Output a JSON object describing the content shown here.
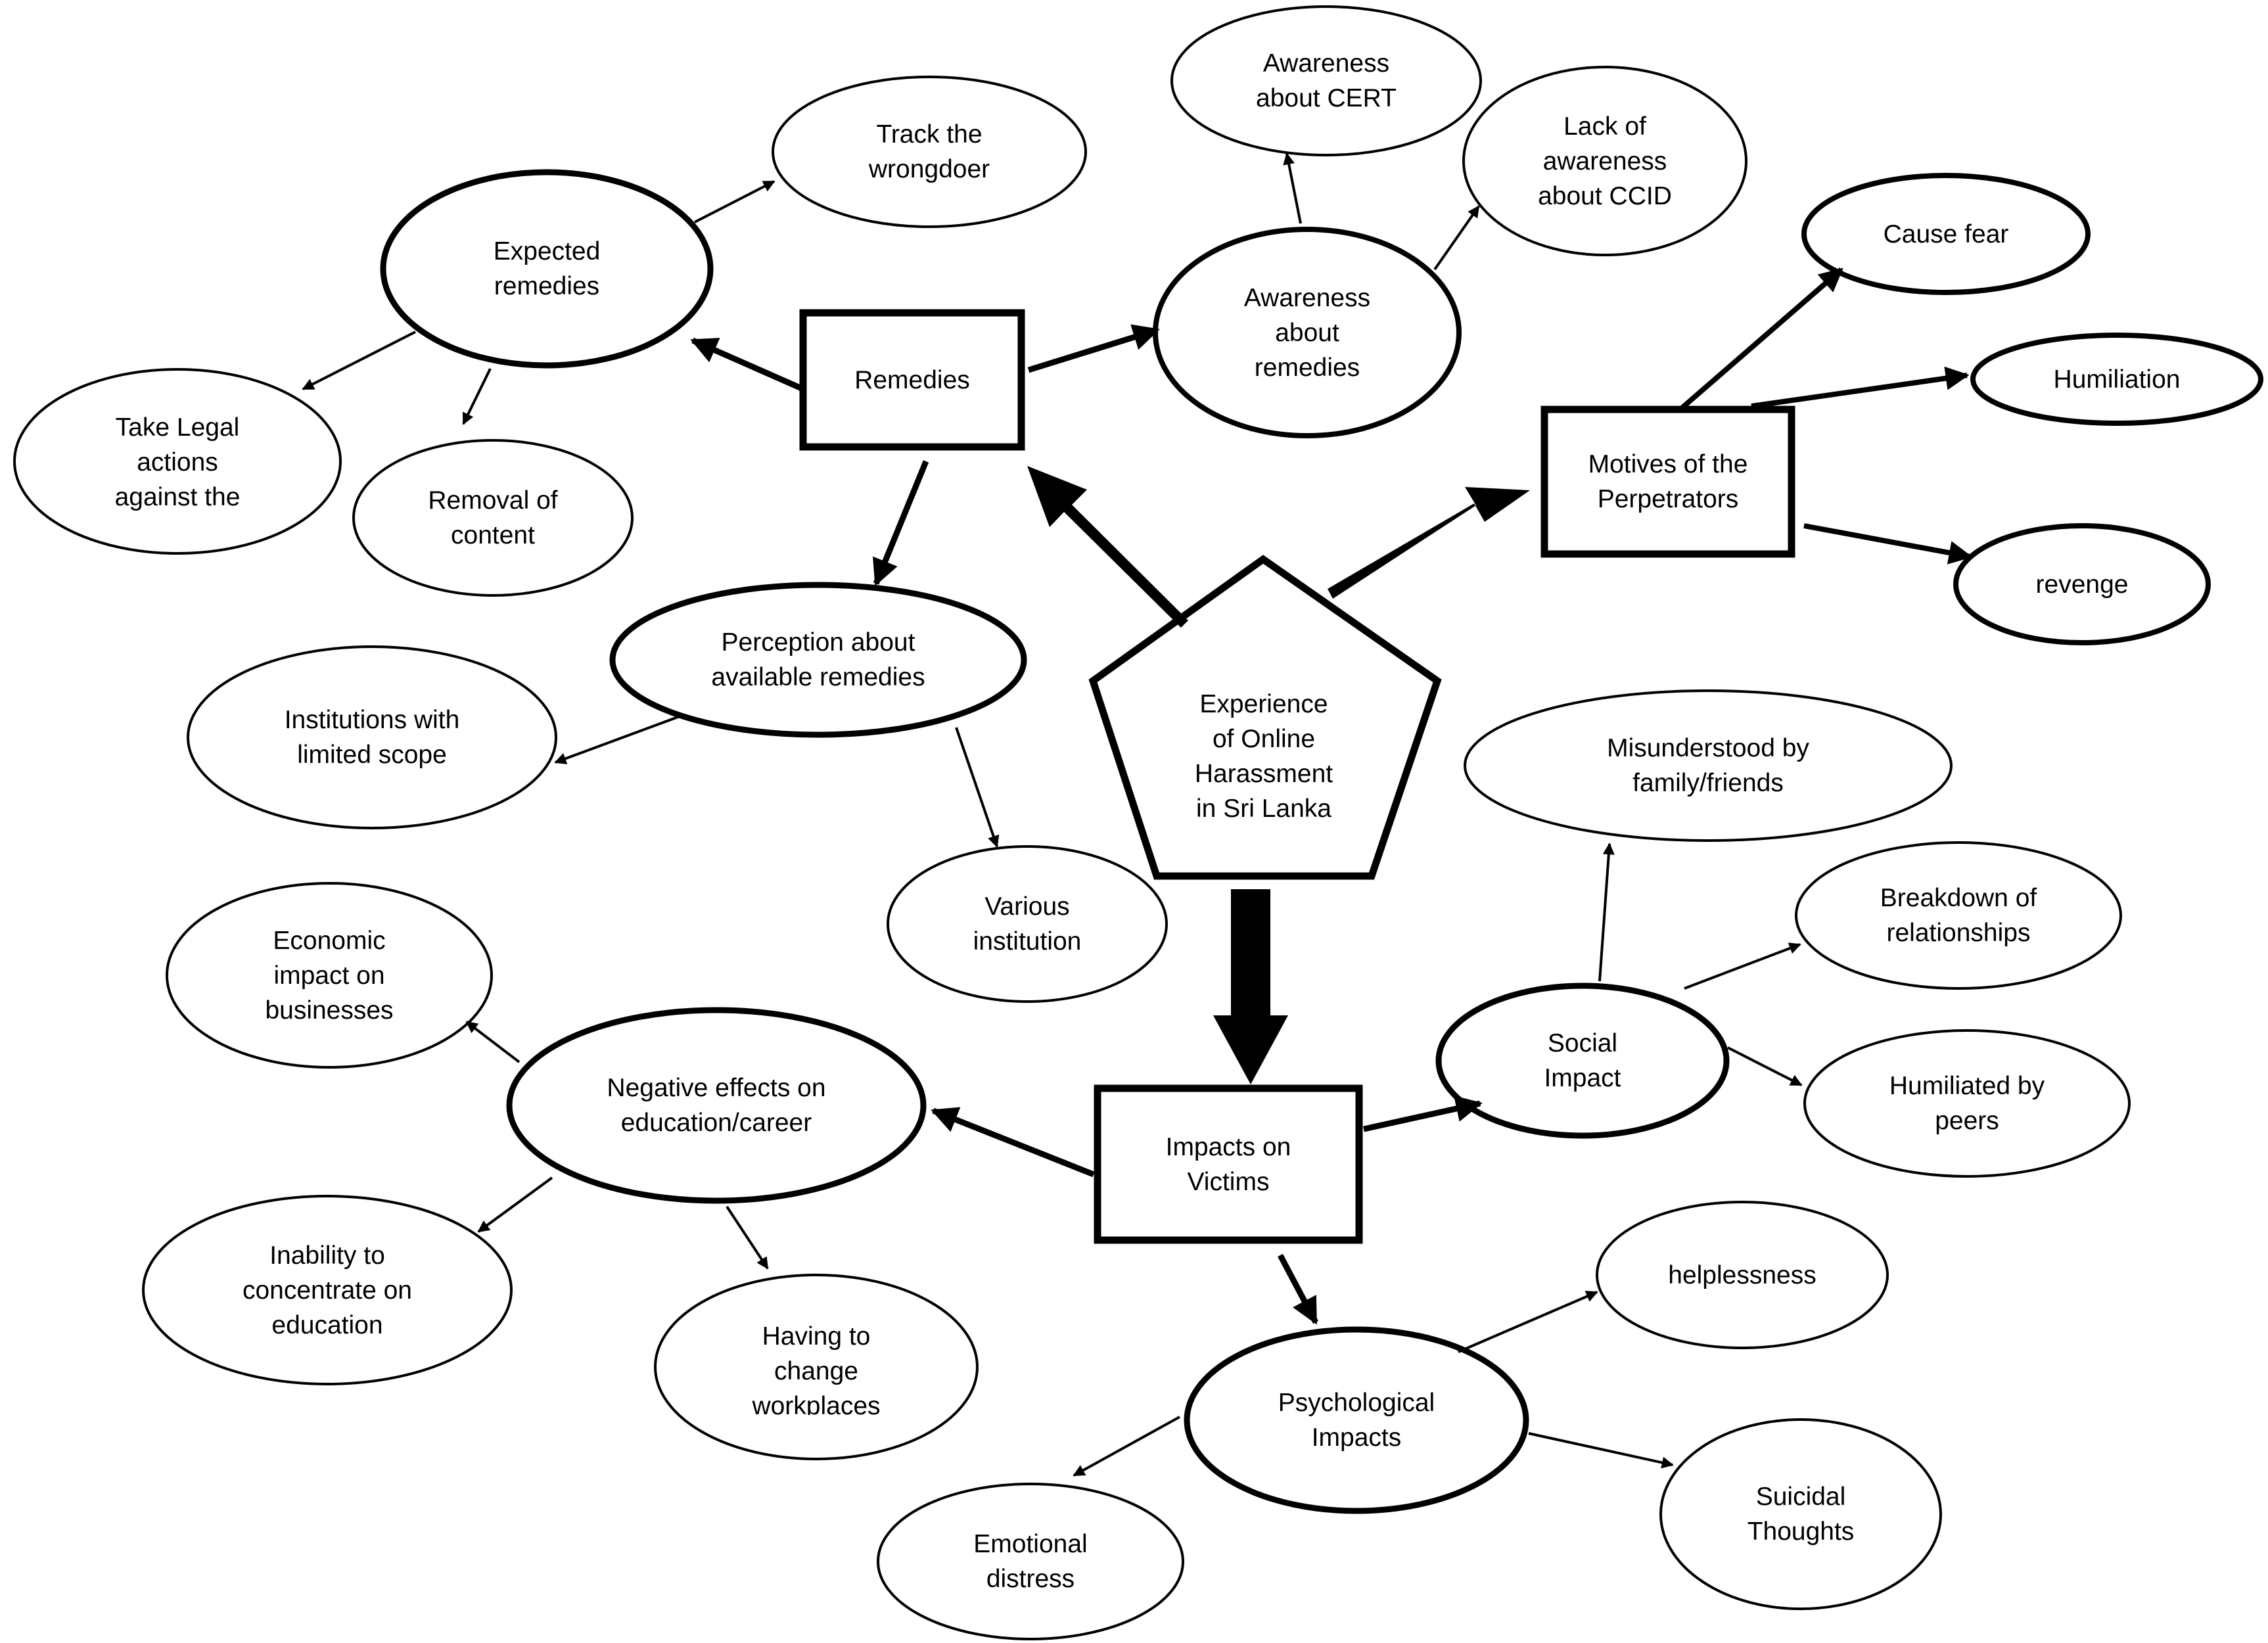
{
  "diagram": {
    "center": "Experience\nof Online\nHarassment\nin Sri Lanka",
    "remedies": "Remedies",
    "motives": "Motives of the\nPerpetrators",
    "impacts": "Impacts on\nVictims",
    "expected_remedies": "Expected\nremedies",
    "track_wrongdoer": "Track the\nwrongdoer",
    "take_legal_actions": "Take Legal\nactions\nagainst the",
    "removal_of_content": "Removal of\ncontent",
    "awareness_about_remedies": "Awareness\nabout\nremedies",
    "awareness_cert": "Awareness\nabout CERT",
    "lack_awareness_ccid": "Lack of\nawareness\nabout CCID",
    "perception_remedies": "Perception about\navailable remedies",
    "institutions_limited_scope": "Institutions with\nlimited scope",
    "various_institution": "Various\ninstitution",
    "cause_fear": "Cause fear",
    "humiliation": "Humiliation",
    "revenge": "revenge",
    "negative_effects": "Negative effects on\neducation/career",
    "economic_impact": "Economic\nimpact on\nbusinesses",
    "inability_concentrate": "Inability to\nconcentrate on\neducation",
    "change_workplaces": "Having to\nchange\nworkplaces",
    "social_impact": "Social\nImpact",
    "misunderstood": "Misunderstood by\nfamily/friends",
    "breakdown_relationships": "Breakdown of\nrelationships",
    "humiliated_peers": "Humiliated by\npeers",
    "psychological_impacts": "Psychological\nImpacts",
    "helplessness": "helplessness",
    "suicidal_thoughts": "Suicidal\nThoughts",
    "emotional_distress": "Emotional\ndistress"
  }
}
